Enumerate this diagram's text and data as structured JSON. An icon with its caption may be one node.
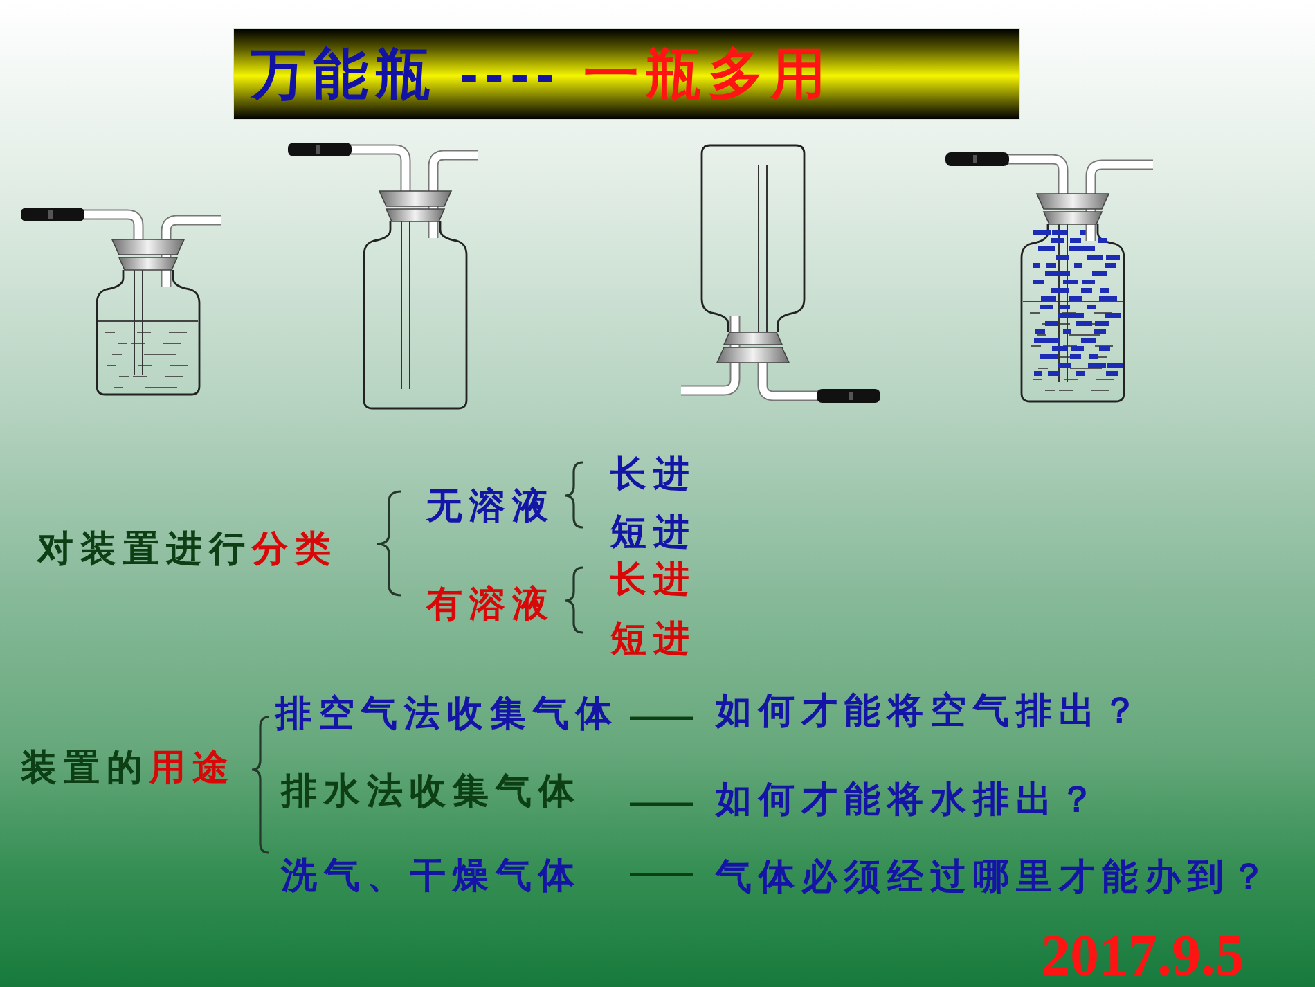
{
  "diagram": {
    "title": "万能瓶 ---- 一瓶多用",
    "labels": [
      "对装置进行分类",
      "无溶液",
      "长进",
      "短进",
      "有溶液",
      "长进",
      "短进",
      "装置的用途",
      "排空气法收集气体",
      "——",
      "如何才能将空气排出？",
      "排水法收集气体",
      "——",
      "如何才能将水排出？",
      "洗气、干燥气体",
      "——",
      "气体必须经过哪里才能办到？",
      "2017.9.5"
    ]
  }
}
